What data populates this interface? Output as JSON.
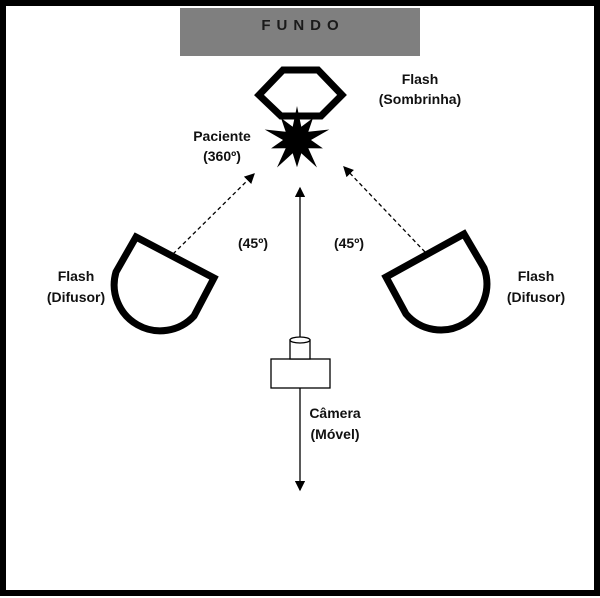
{
  "background_label": "FUNDO",
  "labels": {
    "umbrella_flash": [
      "Flash",
      "(Sombrinha)"
    ],
    "patient": [
      "Paciente",
      "(360º)"
    ],
    "angle_left": "(45º)",
    "angle_right": "(45º)",
    "left_flash": [
      "Flash",
      "(Difusor)"
    ],
    "right_flash": [
      "Flash",
      "(Difusor)"
    ],
    "camera": [
      "Câmera",
      "(Móvel)"
    ]
  },
  "colors": {
    "background_panel": "#7f7f7f",
    "stroke": "#000000"
  }
}
